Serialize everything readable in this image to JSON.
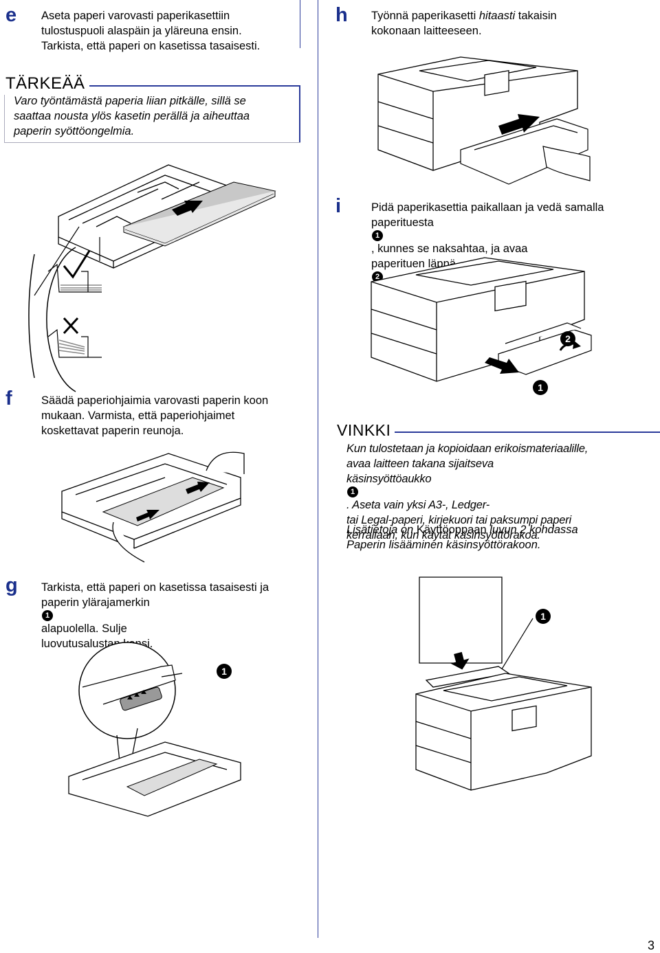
{
  "step_e": {
    "letter": "e",
    "lines": [
      "Aseta paperi varovasti paperikasettiin",
      "tulostuspuoli alaspäin ja yläreuna ensin.",
      "Tarkista, että paperi on kasetissa tasaisesti."
    ]
  },
  "important": {
    "heading": "TÄRKEÄÄ",
    "lines": [
      "Varo työntämästä paperia liian pitkälle, sillä se",
      "saattaa nousta ylös kasetin perällä ja aiheuttaa",
      "paperin syöttöongelmia."
    ]
  },
  "step_f": {
    "letter": "f",
    "lines": [
      "Säädä paperiohjaimia varovasti paperin koon",
      "mukaan. Varmista, että paperiohjaimet",
      "koskettavat paperin reunoja."
    ]
  },
  "step_g": {
    "letter": "g",
    "line1": "Tarkista, että paperi on kasetissa tasaisesti ja",
    "line2_before": "paperin ylärajamerkin",
    "line2_after": "alapuolella. Sulje",
    "line3": "luovutusalustan kansi.",
    "marker": "1"
  },
  "step_h": {
    "letter": "h",
    "line1_before": "Työnnä paperikasetti",
    "line1_italic": "hitaasti",
    "line1_after": "takaisin",
    "line2": "kokonaan laitteeseen."
  },
  "step_i": {
    "letter": "i",
    "line1": "Pidä paperikasettia paikallaan ja vedä samalla",
    "line2_before": "paperituesta",
    "line2_after": ", kunnes se naksahtaa, ja avaa",
    "line3_before": "paperituen läppä",
    "line3_after": ".",
    "marker1": "1",
    "marker2": "2"
  },
  "hint": {
    "heading": "VINKKI",
    "p1_line1": "Kun tulostetaan ja kopioidaan erikoismateriaalille,",
    "p1_line2": "avaa laitteen takana sijaitseva",
    "p1_line3_before": "käsinsyöttöaukko",
    "p1_line3_after": ". Aseta vain yksi A3-, Ledger-",
    "p1_line4": "tai Legal-paperi, kirjekuori tai paksumpi paperi",
    "p1_line5": "kerrallaan, kun käytät käsinsyöttörakoa.",
    "p2_line1_a": "Lisätietoja on",
    "p2_line1_b": "Käyttöoppaan",
    "p2_line1_c": "luvun 2 kohdassa",
    "p2_line2": "Paperin lisääminen käsinsyöttörakoon.",
    "marker": "1"
  },
  "figure_markers": {
    "g_marker": "1",
    "i_marker_1": "1",
    "i_marker_2": "2",
    "hint_marker": "1"
  },
  "page_number": "3"
}
